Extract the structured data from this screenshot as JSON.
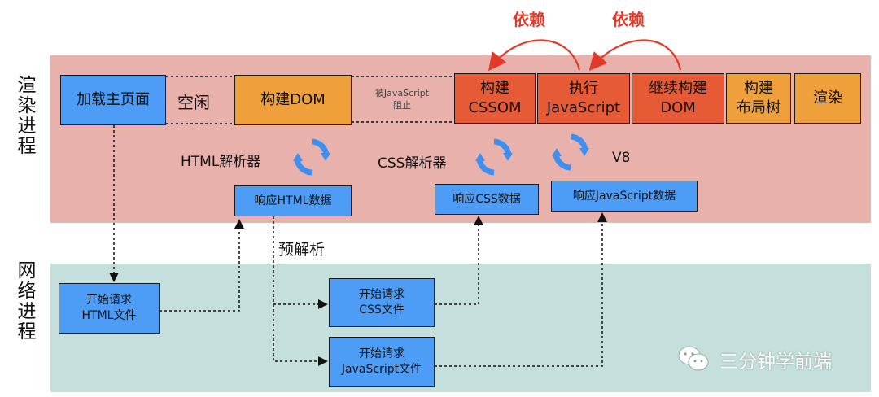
{
  "lanes": {
    "render_label": "渲染进程",
    "network_label": "网络进程"
  },
  "render_row": {
    "load_main_page": "加载主页面",
    "idle": "空闲",
    "build_dom": "构建DOM",
    "blocked_note": "被JavaScript\n阻止",
    "build_cssom": "构建\nCSSOM",
    "exec_js": "执行\nJavaScript",
    "continue_dom": "继续构建\nDOM",
    "build_layout": "构建\n布局树",
    "render": "渲染"
  },
  "dependency_label_1": "依赖",
  "dependency_label_2": "依赖",
  "parsers": {
    "html_parser": "HTML解析器",
    "css_parser": "CSS解析器",
    "v8": "V8"
  },
  "responses": {
    "html": "响应HTML数据",
    "css": "响应CSS数据",
    "js": "响应JavaScript数据"
  },
  "preparse": "预解析",
  "network": {
    "req_html": "开始请求\nHTML文件",
    "req_css": "开始请求\nCSS文件",
    "req_js": "开始请求\nJavaScript文件"
  },
  "watermark": "三分钟学前端",
  "colors": {
    "render_lane": "#e9b1ac",
    "network_lane": "#c5dfdc",
    "blue_box": "#4d9cf5",
    "orange_box": "#f0a03a",
    "red_box": "#e65a36",
    "cycle_icon": "#3f8ff0",
    "dependency_arrow": "#e23a2a"
  },
  "icons": [
    "cycle-icon",
    "wechat-icon"
  ]
}
